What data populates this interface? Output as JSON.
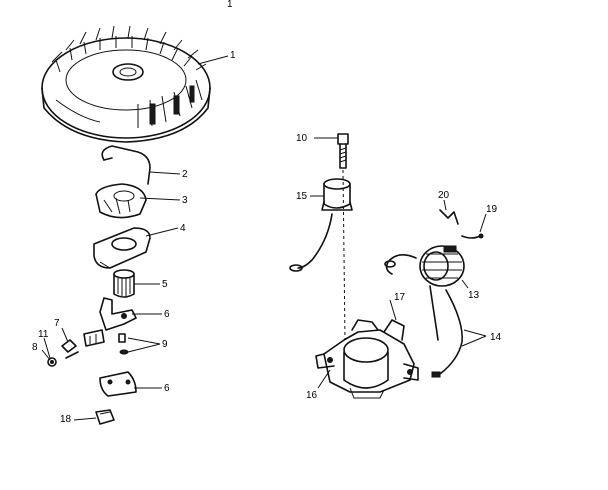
{
  "diagram": {
    "callouts": [
      {
        "id": "c1",
        "text": "1"
      },
      {
        "id": "c2",
        "text": "2"
      },
      {
        "id": "c3",
        "text": "3"
      },
      {
        "id": "c4",
        "text": "4"
      },
      {
        "id": "c5",
        "text": "5"
      },
      {
        "id": "c6a",
        "text": "6"
      },
      {
        "id": "c6b",
        "text": "6"
      },
      {
        "id": "c7",
        "text": "7"
      },
      {
        "id": "c8",
        "text": "8"
      },
      {
        "id": "c9",
        "text": "9"
      },
      {
        "id": "c10",
        "text": "10"
      },
      {
        "id": "c11",
        "text": "11"
      },
      {
        "id": "c13",
        "text": "13"
      },
      {
        "id": "c14",
        "text": "14"
      },
      {
        "id": "c15",
        "text": "15"
      },
      {
        "id": "c16",
        "text": "16"
      },
      {
        "id": "c17",
        "text": "17"
      },
      {
        "id": "c18",
        "text": "18"
      },
      {
        "id": "c19",
        "text": "19"
      },
      {
        "id": "c20",
        "text": "20"
      },
      {
        "id": "ctop",
        "text": "1"
      }
    ]
  }
}
